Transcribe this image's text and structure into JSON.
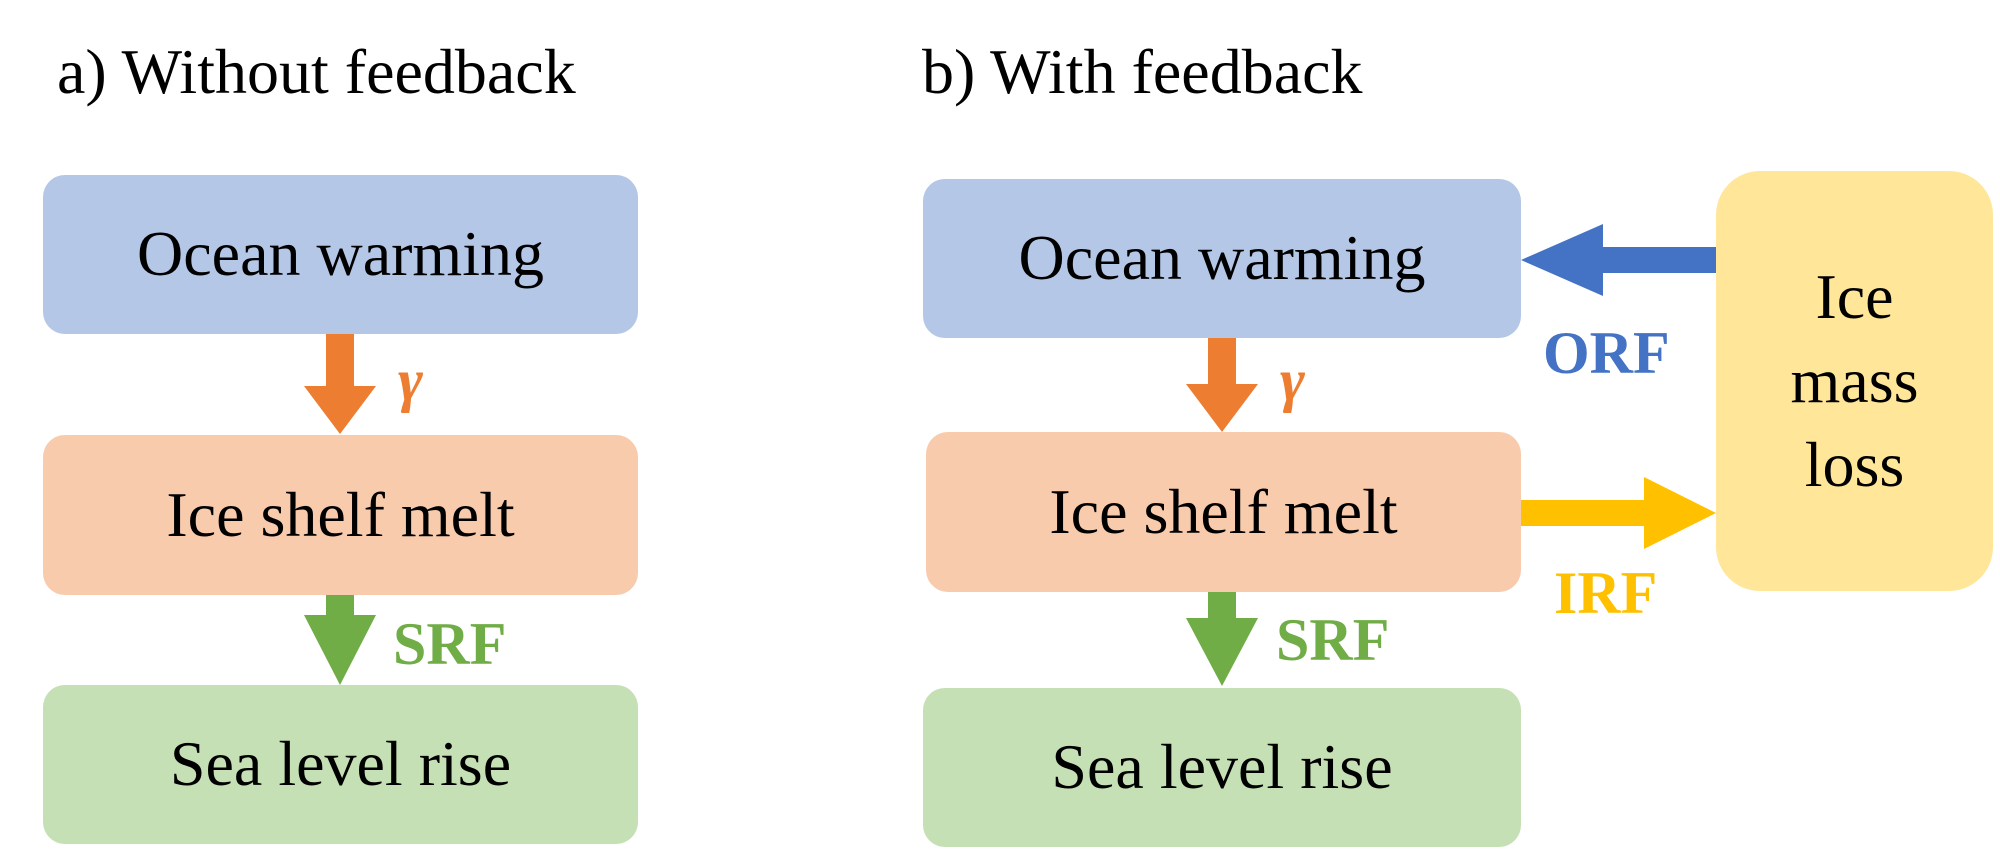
{
  "colors": {
    "ocean_box": "#b4c7e7",
    "melt_box": "#f8cbad",
    "sea_box": "#c5e0b4",
    "ice_box": "#ffe699",
    "gamma_arrow": "#ed7d31",
    "srf_arrow": "#70ad47",
    "orf_arrow": "#4472c4",
    "irf_arrow": "#ffc000"
  },
  "panel_a": {
    "title": "a) Without feedback",
    "ocean_warming": "Ocean warming",
    "ice_shelf_melt": "Ice shelf melt",
    "sea_level_rise": "Sea level rise",
    "gamma_label": "γ",
    "srf_label": "SRF"
  },
  "panel_b": {
    "title": "b) With feedback",
    "ocean_warming": "Ocean warming",
    "ice_shelf_melt": "Ice shelf melt",
    "sea_level_rise": "Sea level rise",
    "ice_mass_loss_lines": [
      "Ice",
      "mass",
      "loss"
    ],
    "gamma_label": "γ",
    "srf_label": "SRF",
    "orf_label": "ORF",
    "irf_label": "IRF"
  }
}
